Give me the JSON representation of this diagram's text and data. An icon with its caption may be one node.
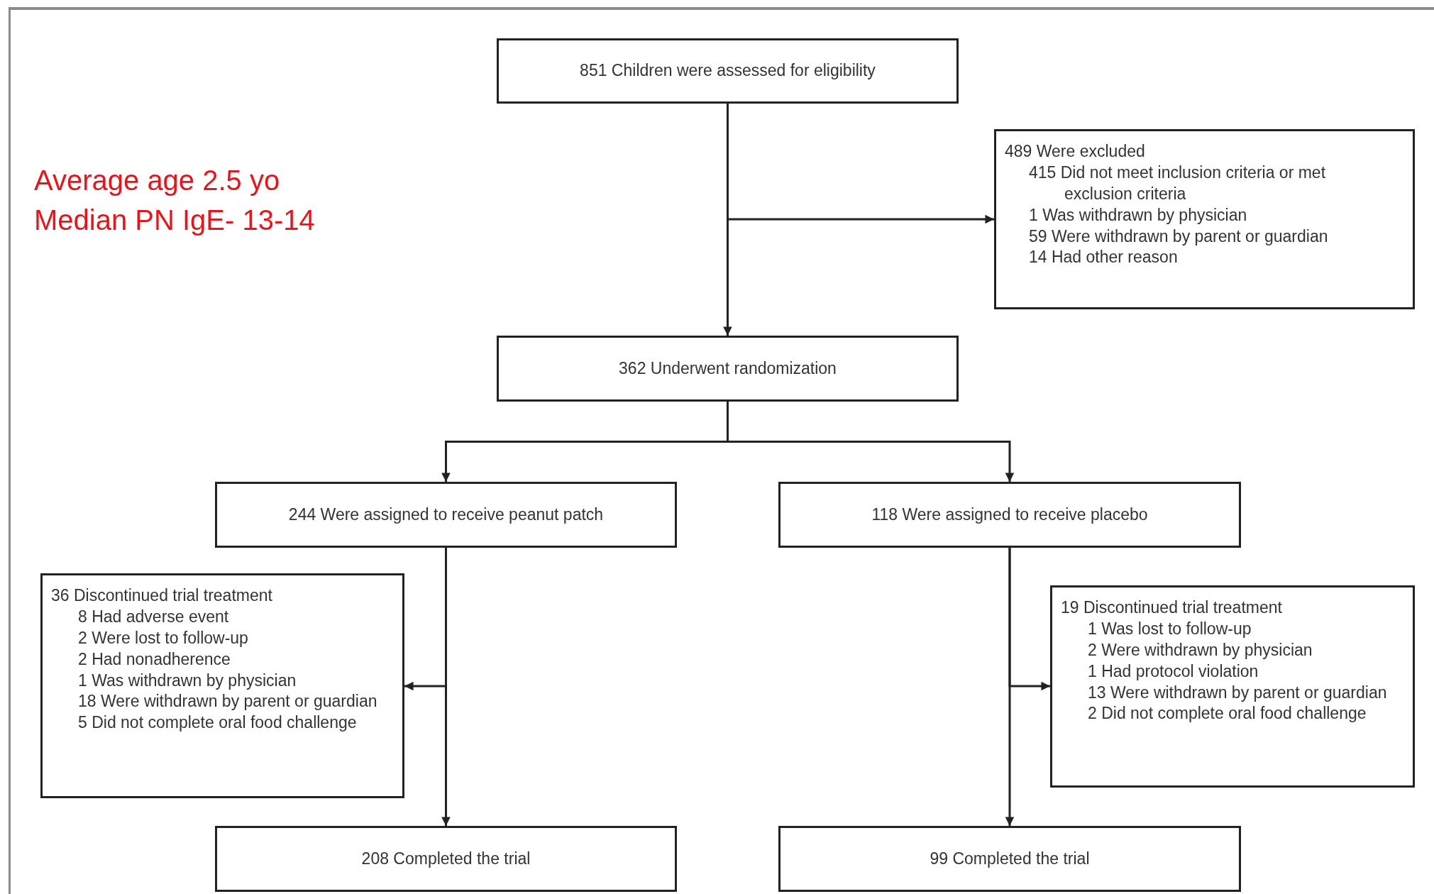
{
  "diagram": {
    "nodes": [
      {
        "text": [
          "851 Children were assessed for eligibility"
        ]
      },
      {
        "text": [
          "489 Were excluded",
          "415 Did not meet inclusion criteria or met exclusion criteria",
          "1 Was withdrawn by physician",
          "59 Were withdrawn by parent or guardian",
          "14 Had other reason"
        ]
      },
      {
        "text": [
          "362 Underwent randomization"
        ]
      },
      {
        "text": [
          "244 Were assigned to receive peanut patch"
        ]
      },
      {
        "text": [
          "118 Were assigned to receive placebo"
        ]
      },
      {
        "text": [
          "36 Discontinued trial treatment",
          "8 Had adverse event",
          "2 Were lost to follow-up",
          "2 Had nonadherence",
          "1 Was withdrawn by physician",
          "18 Were withdrawn by parent or guardian",
          "5 Did not complete oral food challenge"
        ]
      },
      {
        "text": [
          "19 Discontinued trial treatment",
          "1 Was lost to follow-up",
          "2 Were withdrawn by physician",
          "1 Had protocol violation",
          "13 Were withdrawn by parent or guardian",
          "2 Did not complete oral food challenge"
        ]
      },
      {
        "text": [
          "208 Completed the trial"
        ]
      },
      {
        "text": [
          "99 Completed the trial"
        ]
      }
    ],
    "edges": [
      {
        "from": 0,
        "to": 2,
        "arrow": "to"
      },
      {
        "from": 0,
        "to": 1,
        "arrow": "to"
      },
      {
        "from": 2,
        "to": 3,
        "arrow": "to"
      },
      {
        "from": 2,
        "to": 4,
        "arrow": "to"
      },
      {
        "from": 3,
        "to": 5,
        "arrow": "to"
      },
      {
        "from": 3,
        "to": 7,
        "arrow": "to"
      },
      {
        "from": 4,
        "to": 6,
        "arrow": "to"
      },
      {
        "from": 4,
        "to": 8,
        "arrow": "to"
      }
    ],
    "labels": [
      "Average age 2.5 yo",
      "Median PN IgE- 13-14"
    ]
  }
}
